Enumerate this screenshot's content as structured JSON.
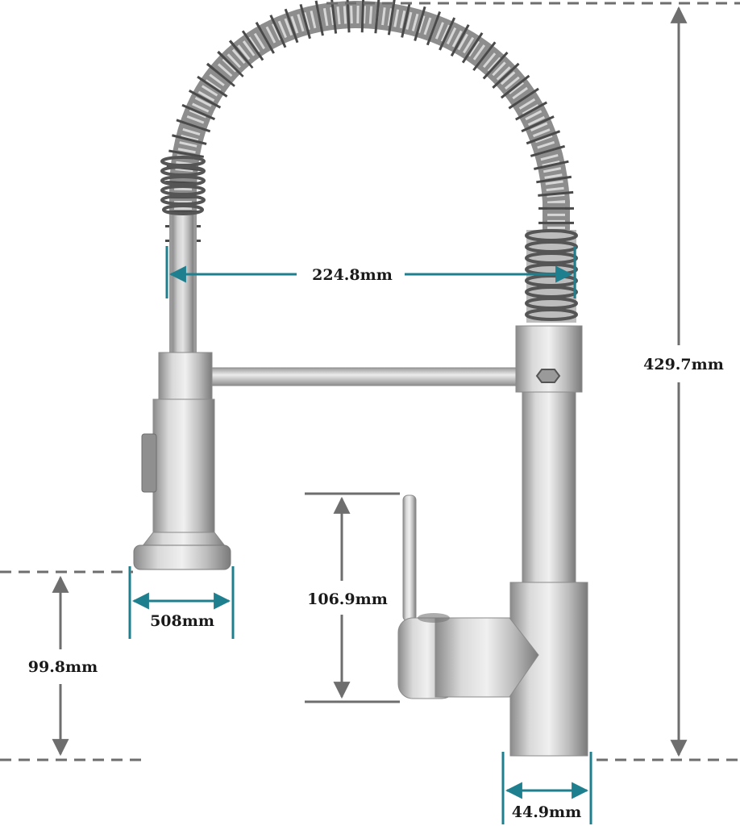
{
  "diagram": {
    "subject": "pull-down kitchen faucet dimensions",
    "dimensions": {
      "spout_reach": "224.8mm",
      "total_height": "429.7mm",
      "sprayer_width": "508mm",
      "sprayer_height": "99.8mm",
      "handle_height": "106.9mm",
      "base_diameter": "44.9mm"
    },
    "colors": {
      "teal_dimension": "#1e7f8f",
      "gray_dimension": "#6e6e6e",
      "steel_light": "#d8d8d8",
      "steel_mid": "#a9a9a9",
      "steel_dark": "#7c7c7c"
    }
  }
}
